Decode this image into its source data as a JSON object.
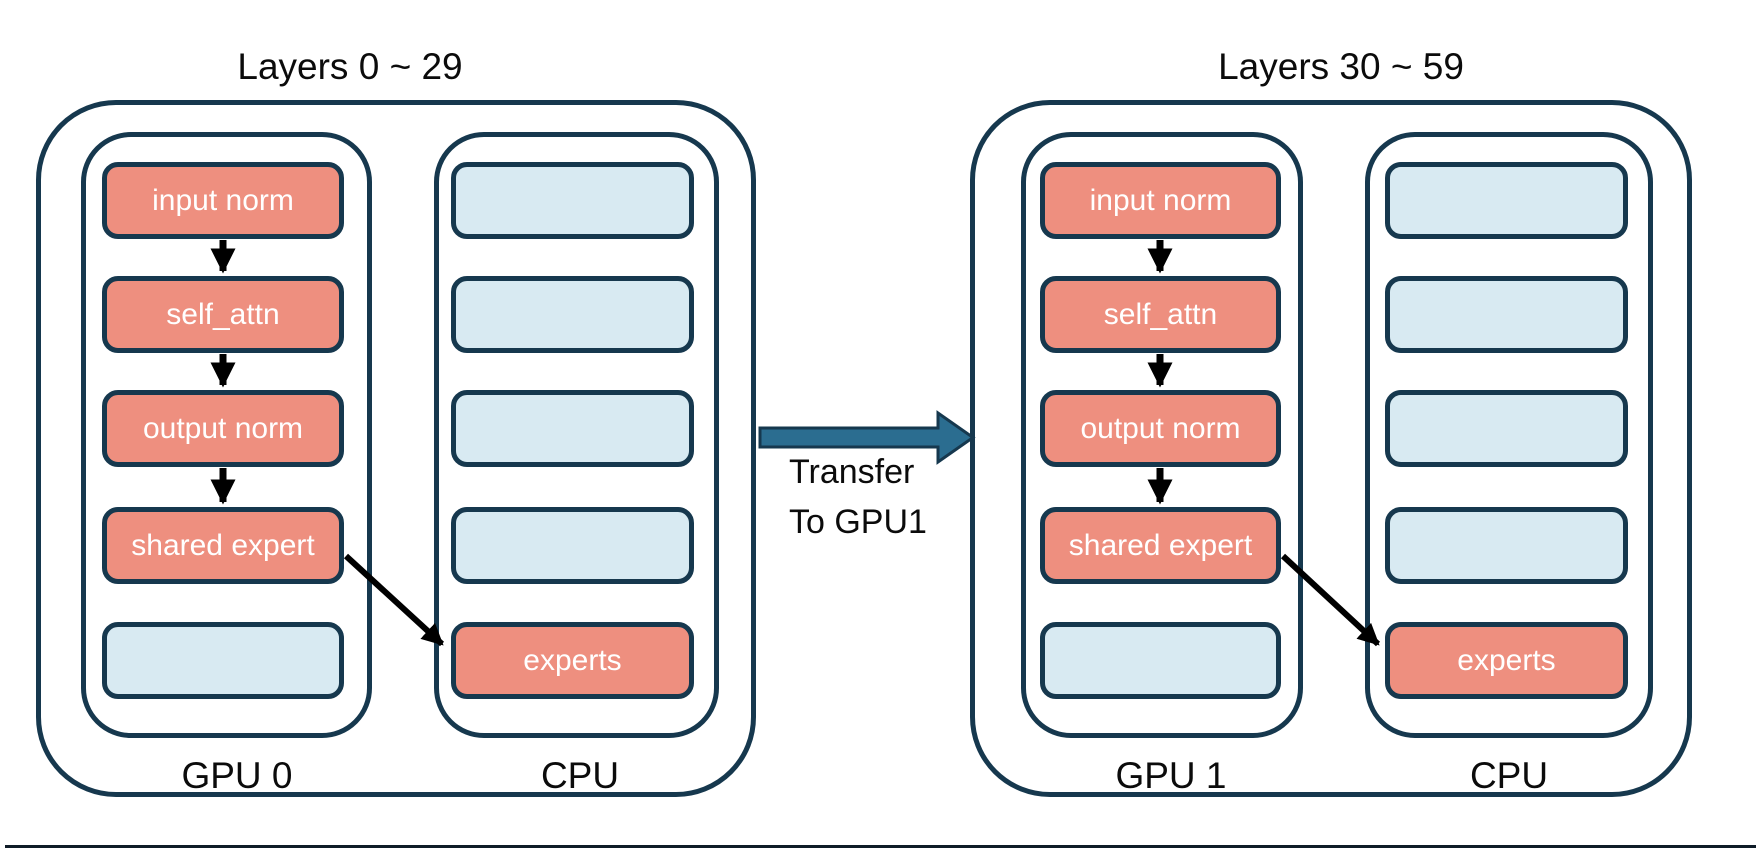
{
  "colors": {
    "border_navy": "#16384E",
    "salmon": "#EE8F7F",
    "light_blue": "#D8EAF2",
    "arrow_teal": "#2B6D90",
    "text_white": "#FFFFFF",
    "text_black": "#0B0B0B",
    "bottom_line": "#0F1C28"
  },
  "groups": [
    {
      "title": "Layers 0 ~ 29",
      "gpu": {
        "label": "GPU 0",
        "boxes": [
          {
            "label": "input norm"
          },
          {
            "label": "self_attn"
          },
          {
            "label": "output norm"
          },
          {
            "label": "shared expert"
          },
          {
            "label": ""
          }
        ]
      },
      "cpu": {
        "label": "CPU",
        "boxes": [
          {
            "label": ""
          },
          {
            "label": ""
          },
          {
            "label": ""
          },
          {
            "label": ""
          },
          {
            "label": "experts"
          }
        ]
      }
    },
    {
      "title": "Layers 30 ~ 59",
      "gpu": {
        "label": "GPU 1",
        "boxes": [
          {
            "label": "input norm"
          },
          {
            "label": "self_attn"
          },
          {
            "label": "output norm"
          },
          {
            "label": "shared expert"
          },
          {
            "label": ""
          }
        ]
      },
      "cpu": {
        "label": "CPU",
        "boxes": [
          {
            "label": ""
          },
          {
            "label": ""
          },
          {
            "label": ""
          },
          {
            "label": ""
          },
          {
            "label": "experts"
          }
        ]
      }
    }
  ],
  "transfer": {
    "line1": "Transfer",
    "line2": "To GPU1"
  }
}
